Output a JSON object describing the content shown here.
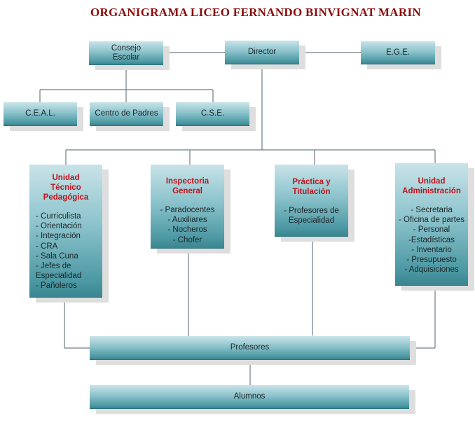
{
  "title": "ORGANIGRAMA LICEO FERNANDO BINVIGNAT MARIN",
  "colors": {
    "title": "#8b0a0a",
    "unit_title": "#c0141c",
    "box_top": "#c8e3e8",
    "box_bottom": "#3a8590",
    "connector": "#6d7c82",
    "shadow": "#dedede"
  },
  "top_row": {
    "consejo_escolar": [
      "Consejo",
      "Escolar"
    ],
    "director": "Director",
    "ege": "E.G.E."
  },
  "council_children": {
    "ceal": "C.E.A.L.",
    "centro_padres": "Centro de Padres",
    "cse": "C.S.E."
  },
  "units": [
    {
      "title": [
        "Unidad",
        "Técnico",
        "Pedagógica"
      ],
      "items": [
        "- Curriculista",
        "- Orientación",
        "- Integración",
        "- CRA",
        "- Sala Cuna",
        "- Jefes de",
        "Especialidad",
        "- Pañoleros"
      ]
    },
    {
      "title": [
        "Inspectoria",
        "General"
      ],
      "items": [
        "- Paradocentes",
        "- Auxiliares",
        "- Nocheros",
        "- Chofer"
      ]
    },
    {
      "title": [
        "Práctica y",
        "Titulación"
      ],
      "items": [
        "- Profesores de",
        "Especialidad"
      ]
    },
    {
      "title": [
        "Unidad",
        "Administración"
      ],
      "items": [
        "- Secretaria",
        "- Oficina de partes",
        "- Personal",
        "-Estadísticas",
        "- Inventario",
        "- Presupuesto",
        "- Adquisiciones"
      ]
    }
  ],
  "bottom": {
    "profesores": "Profesores",
    "alumnos": "Alumnos"
  }
}
